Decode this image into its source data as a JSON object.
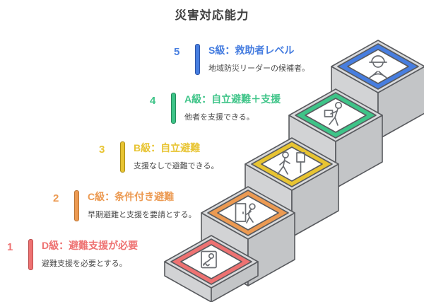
{
  "title": "災害対応能力",
  "levels": [
    {
      "number": "5",
      "grade": "S級：救助者レベル",
      "desc": "地域防災リーダーの候補者。",
      "color": "#477ee0",
      "color_dark": "#2d55a8",
      "icon": "rescuer-helmet-person-icon"
    },
    {
      "number": "4",
      "grade": "A級：自立避難＋支援",
      "desc": "他者を支援できる。",
      "color": "#3ec488",
      "color_dark": "#258a5c",
      "icon": "person-carrying-supplies-icon"
    },
    {
      "number": "3",
      "grade": "B級：自立避難",
      "desc": "支援なしで避難できる。",
      "color": "#e8c432",
      "color_dark": "#ab8d15",
      "icon": "walking-person-exit-sign-icon"
    },
    {
      "number": "2",
      "grade": "C級：条件付き避難",
      "desc": "早期避難と支援を要請とする。",
      "color": "#ec9a52",
      "color_dark": "#b9712f",
      "icon": "door-evacuation-person-icon"
    },
    {
      "number": "1",
      "grade": "D級：避難支援が必要",
      "desc": "避難支援を必要とする。",
      "color": "#ee7272",
      "color_dark": "#bb4a4a",
      "icon": "assistance-needed-person-icon"
    }
  ],
  "staircase": {
    "top_fill": "#d9dadc",
    "left_fill": "#d2d3d5",
    "right_fill": "#c3c5c7",
    "inner_fill": "#ffffff",
    "outline": "#595b5f",
    "icon_stroke": "#6a6d72"
  }
}
